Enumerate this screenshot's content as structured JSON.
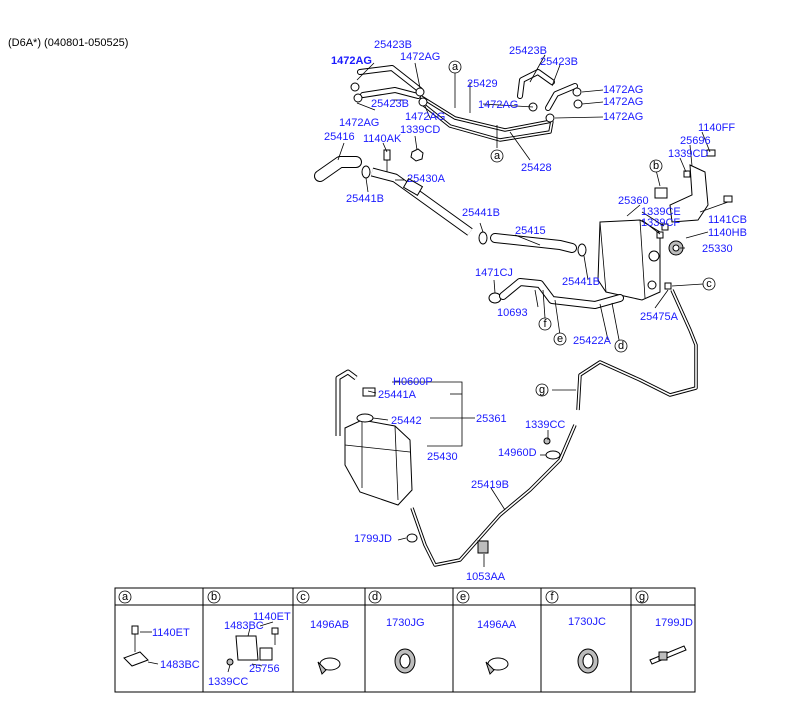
{
  "header": {
    "model_code": "(D6A*) (040801-050525)"
  },
  "callouts": {
    "p1472AG_bold": "1472AG",
    "p25423B_a": "25423B",
    "p1472AG_a": "1472AG",
    "p25423B_b": "25423B",
    "p1472AG_b": "1472AG",
    "p1472AG_c": "1472AG",
    "p25429": "25429",
    "p1472AG_d": "1472AG",
    "p25423B_c": "25423B",
    "p25423B_d": "25423B",
    "p1472AG_e": "1472AG",
    "p1472AG_f": "1472AG",
    "p1472AG_g": "1472AG",
    "p25416": "25416",
    "p1140AK": "1140AK",
    "p1339CD_a": "1339CD",
    "p25428": "25428",
    "p25430A": "25430A",
    "p25441B_a": "25441B",
    "p25441B_b": "25441B",
    "p25415": "25415",
    "p1140FF": "1140FF",
    "p25696": "25696",
    "p1339CD_b": "1339CD",
    "p25360": "25360",
    "p1339CE": "1339CE",
    "p1339CF": "1339CF",
    "p1141CB": "1141CB",
    "p1140HB": "1140HB",
    "p25330": "25330",
    "p1471CJ": "1471CJ",
    "p25441B_c": "25441B",
    "p10693": "10693",
    "p25422A": "25422A",
    "p25475A": "25475A",
    "pH0600P": "H0600P",
    "p25441A": "25441A",
    "p25442": "25442",
    "p25361": "25361",
    "p25430": "25430",
    "p1339CC_a": "1339CC",
    "p14960D": "14960D",
    "p25419B": "25419B",
    "p1799JD_a": "1799JD",
    "p1053AA": "1053AA"
  },
  "ref_letters": {
    "a": "a",
    "b": "b",
    "c": "c",
    "d": "d",
    "e": "e",
    "f": "f",
    "g": "g"
  },
  "legend_table": {
    "cells": [
      {
        "letter": "a",
        "parts": [
          "1140ET",
          "1483BC"
        ]
      },
      {
        "letter": "b",
        "parts": [
          "1140ET",
          "1483BC",
          "25756",
          "1339CC"
        ]
      },
      {
        "letter": "c",
        "parts": [
          "1496AB"
        ]
      },
      {
        "letter": "d",
        "parts": [
          "1730JG"
        ]
      },
      {
        "letter": "e",
        "parts": [
          "1496AA"
        ]
      },
      {
        "letter": "f",
        "parts": [
          "1730JC"
        ]
      },
      {
        "letter": "g",
        "parts": [
          "1799JD"
        ]
      }
    ]
  },
  "colors": {
    "label": "#1a1aff",
    "line": "#000000",
    "background": "#ffffff"
  }
}
